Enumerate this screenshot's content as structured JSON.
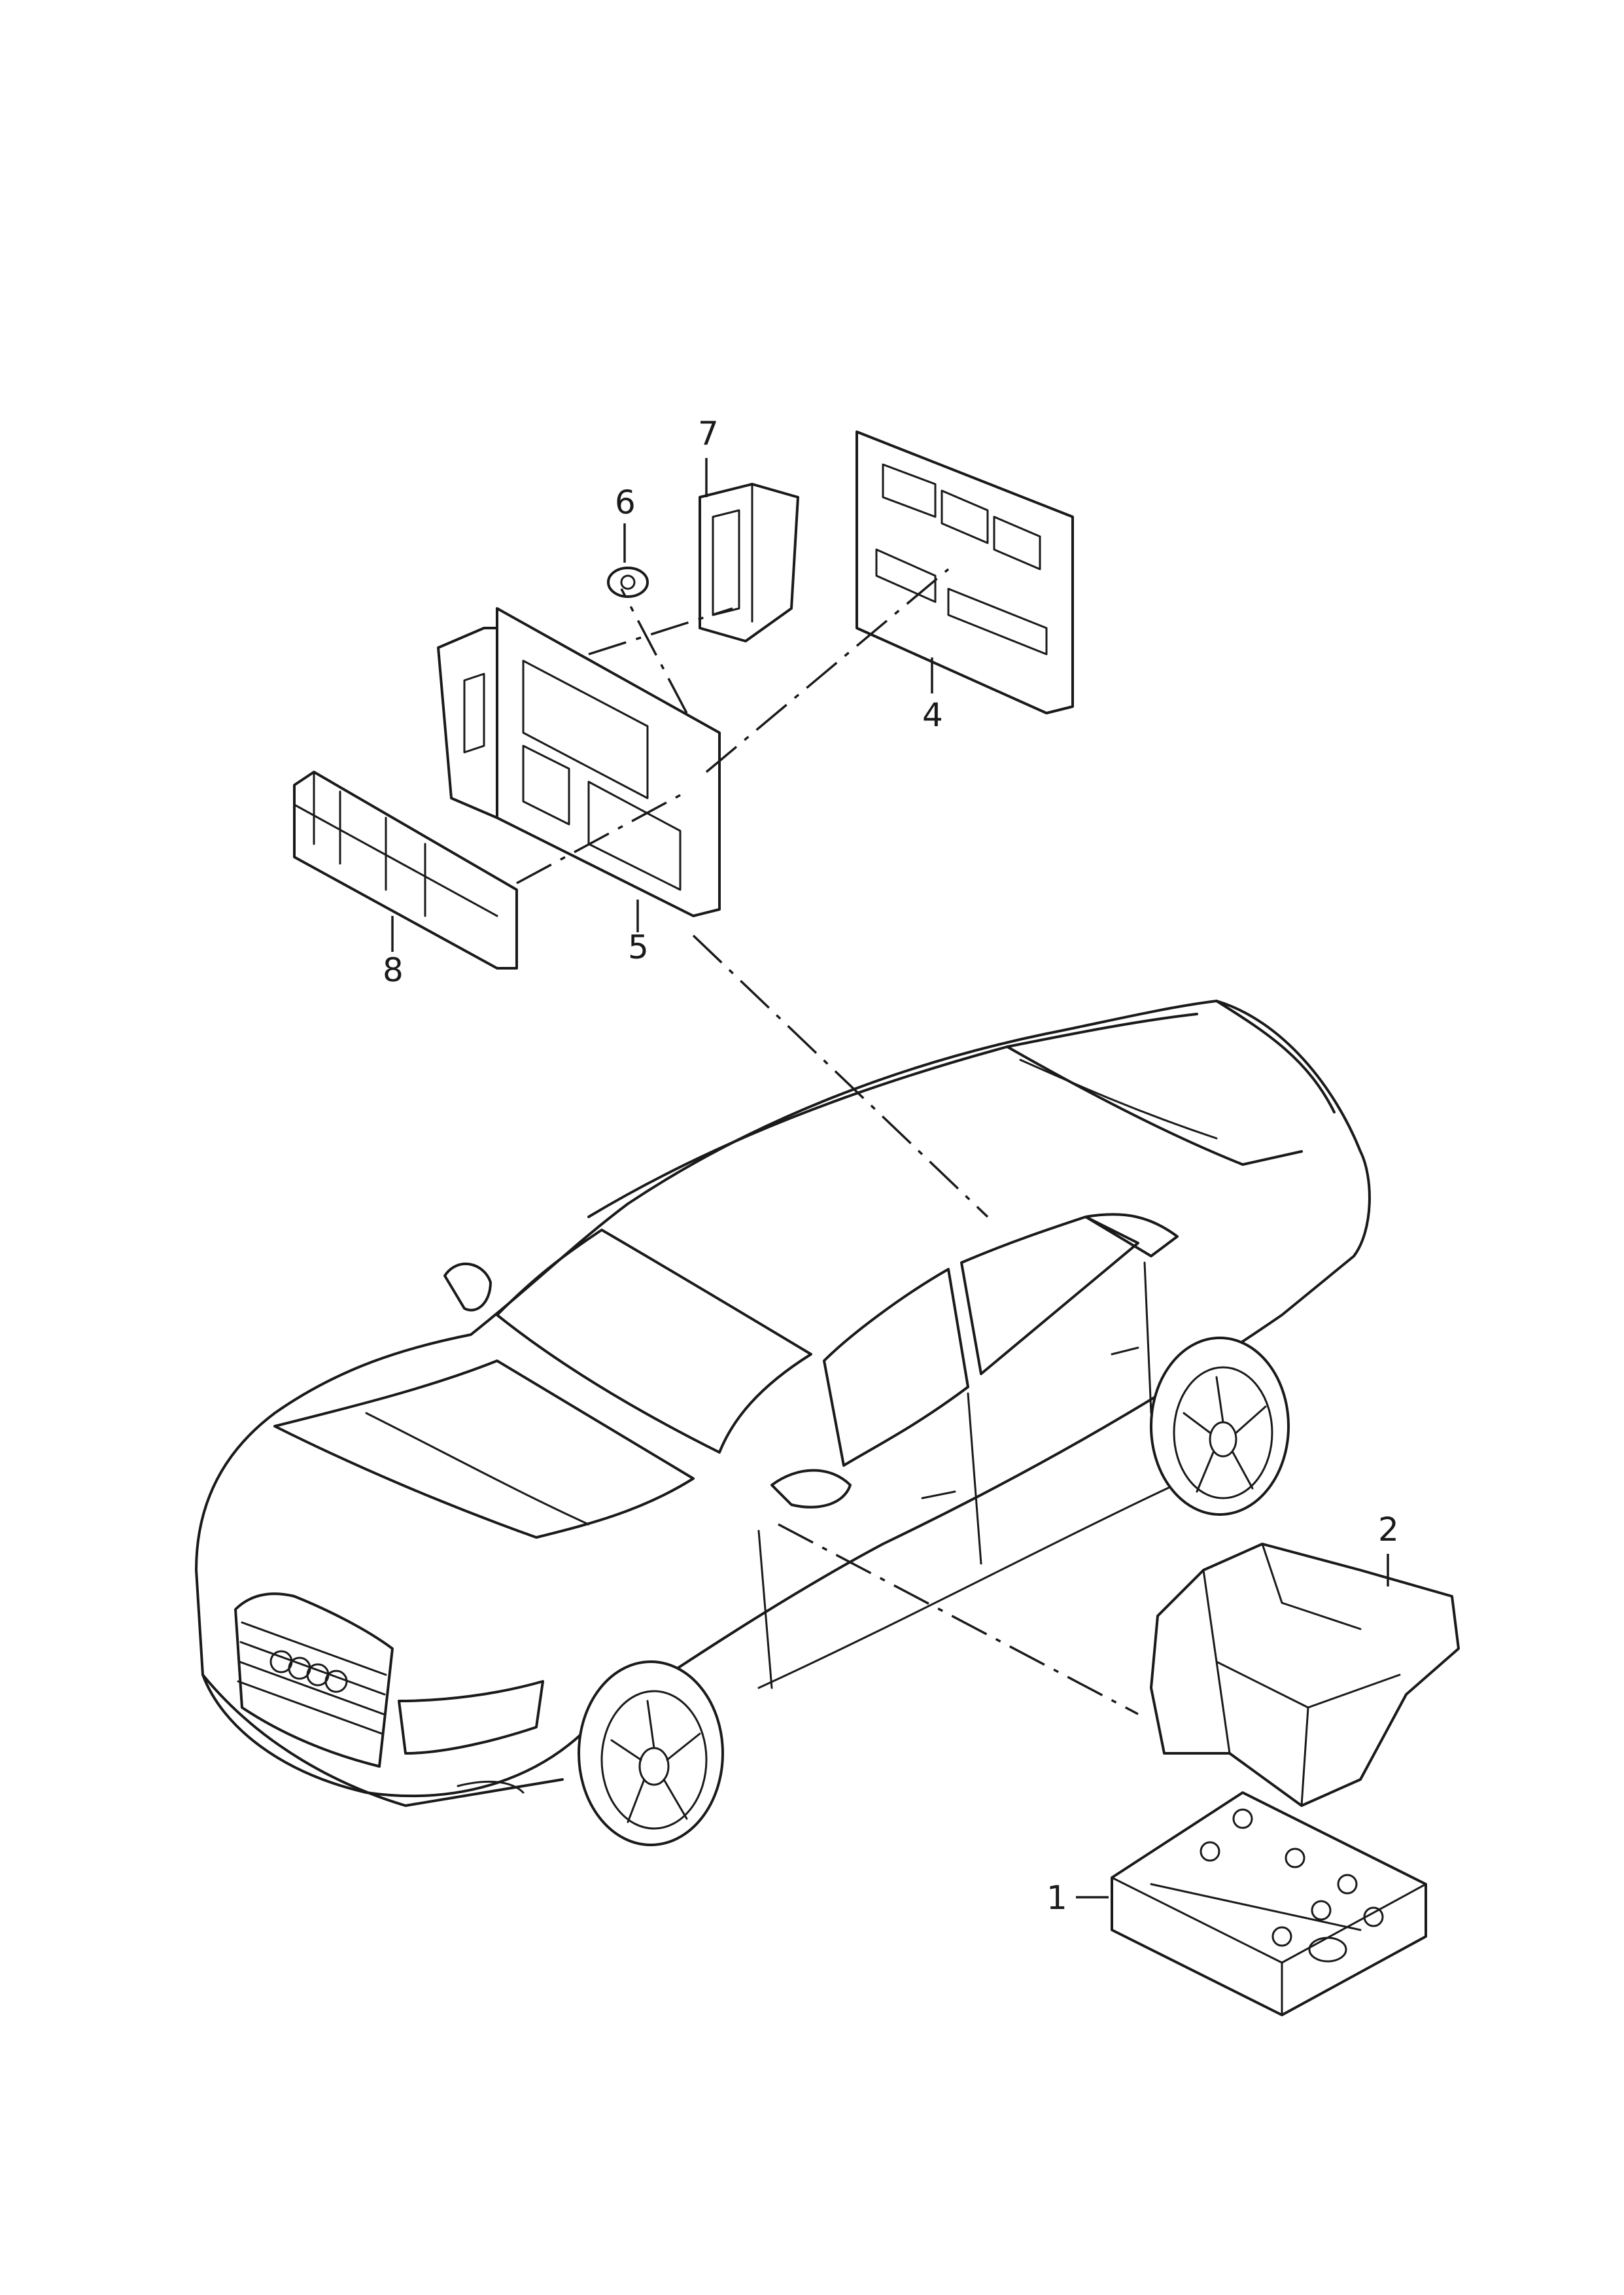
{
  "diagram": {
    "callouts": {
      "part_1": "1",
      "part_2": "2",
      "part_4": "4",
      "part_5": "5",
      "part_6": "6",
      "part_7": "7",
      "part_8": "8"
    }
  }
}
